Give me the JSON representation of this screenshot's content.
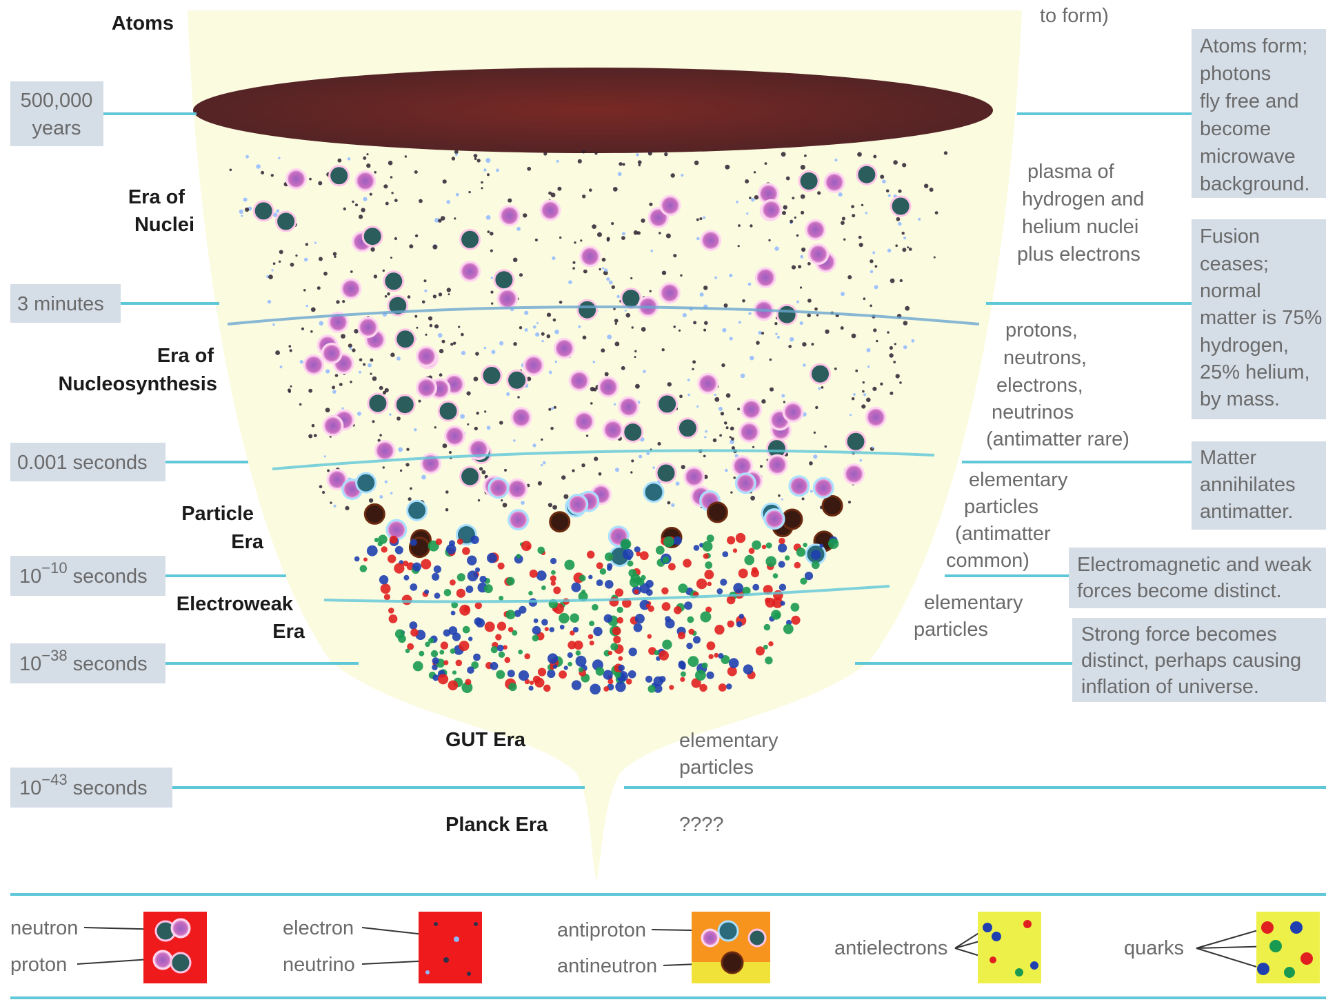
{
  "diagram": {
    "top_cut_text": "to form)",
    "eras": [
      {
        "lines": [
          "Atoms"
        ]
      },
      {
        "lines": [
          "Era of",
          "Nuclei"
        ]
      },
      {
        "lines": [
          "Era of",
          "Nucleosynthesis"
        ]
      },
      {
        "lines": [
          "Particle",
          "Era"
        ]
      },
      {
        "lines": [
          "Electroweak",
          "Era"
        ]
      },
      {
        "lines": [
          "GUT Era"
        ]
      },
      {
        "lines": [
          "Planck Era"
        ]
      }
    ],
    "times": [
      {
        "lines": [
          "500,000",
          "years"
        ]
      },
      {
        "lines": [
          "3 minutes"
        ]
      },
      {
        "lines": [
          "0.001 seconds"
        ]
      },
      {
        "base": "10",
        "exp": "−10",
        "unit": " seconds"
      },
      {
        "base": "10",
        "exp": "−38",
        "unit": " seconds"
      },
      {
        "base": "10",
        "exp": "−43",
        "unit": " seconds"
      }
    ],
    "contents": [
      {
        "lines": [
          "plasma of",
          "hydrogen and",
          "helium nuclei",
          "plus electrons"
        ]
      },
      {
        "lines": [
          "protons,",
          "neutrons,",
          "electrons,",
          "neutrinos",
          "(antimatter rare)"
        ]
      },
      {
        "lines": [
          "elementary",
          "particles",
          "(antimatter",
          "common)"
        ]
      },
      {
        "lines": [
          "elementary",
          "particles"
        ]
      },
      {
        "lines": [
          "elementary",
          "particles"
        ]
      },
      {
        "lines": [
          "????"
        ]
      }
    ],
    "events": [
      {
        "lines": [
          "Atoms form;",
          "photons",
          "fly free and",
          "become",
          "microwave",
          "background."
        ]
      },
      {
        "lines": [
          "Fusion",
          "ceases;",
          "normal",
          "matter is 75%",
          "hydrogen,",
          "25% helium,",
          "by mass."
        ]
      },
      {
        "lines": [
          "Matter",
          "annihilates",
          "antimatter."
        ]
      },
      {
        "lines": [
          "Electromagnetic and weak",
          "forces become distinct."
        ]
      },
      {
        "lines": [
          "Strong force becomes",
          "distinct, perhaps causing",
          "inflation of universe."
        ]
      }
    ],
    "legend": [
      {
        "labels": [
          "neutron",
          "proton"
        ]
      },
      {
        "labels": [
          "electron",
          "neutrino"
        ]
      },
      {
        "labels": [
          "antiproton",
          "antineutron"
        ]
      },
      {
        "labels": [
          "antielectrons"
        ]
      },
      {
        "labels": [
          "quarks"
        ]
      }
    ],
    "colors": {
      "line": "#5ec7d8",
      "box": "#d5dde7",
      "plasma_red": "#f0191c",
      "particle_orange": "#f7941d",
      "electroweak_yellow": "#f1ec3a",
      "atoms_dark": "#2a1850"
    }
  }
}
